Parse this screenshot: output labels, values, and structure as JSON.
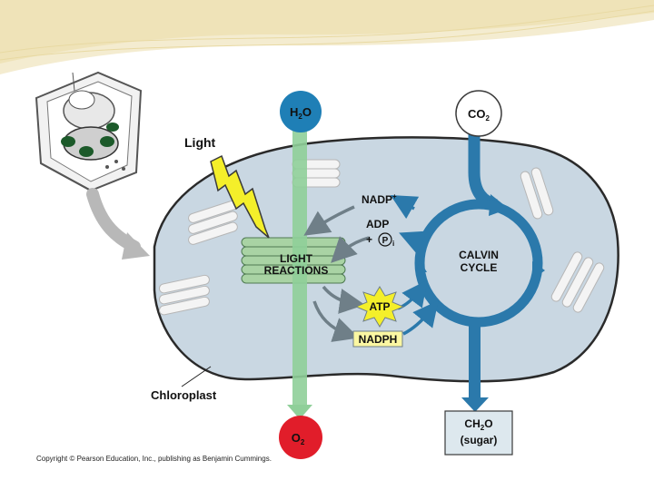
{
  "labels": {
    "light": "Light",
    "chloroplast": "Chloroplast",
    "h2o_main": "H",
    "h2o_sub": "2",
    "h2o_tail": "O",
    "co2_main": "CO",
    "co2_sub": "2",
    "o2_main": "O",
    "o2_sub": "2",
    "nadp_main": "NADP",
    "nadp_sup": "+",
    "adp": "ADP",
    "pi_prefix": "+",
    "pi_letter": "P",
    "pi_sub": "i",
    "light_reactions_1": "LIGHT",
    "light_reactions_2": "REACTIONS",
    "calvin_1": "CALVIN",
    "calvin_2": "CYCLE",
    "atp": "ATP",
    "nadph": "NADPH",
    "ch2o_1": "CH",
    "ch2o_sub": "2",
    "ch2o_tail": "O",
    "ch2o_2": "(sugar)"
  },
  "footer": {
    "copyright": "Copyright © Pearson Education, Inc., publishing as Benjamin Cummings."
  },
  "colors": {
    "stroma": "#c9d7e2",
    "envelope": "#2a2a2a",
    "thylakoid": "#a9d3a4",
    "water_arrow": "#8fcf99",
    "calvin_blue": "#2b79ab",
    "h2o_circle": "#1f7fb6",
    "o2_circle": "#e11d2a",
    "atp_star": "#f4ef2a",
    "nadph_box": "#fbf7a2",
    "ch2o_box": "#dde8ee",
    "header_band": "#efe3b8"
  }
}
